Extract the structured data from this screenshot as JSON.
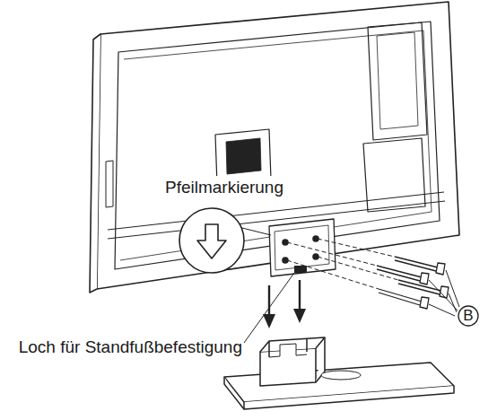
{
  "diagram": {
    "labels": [
      "Pfeilmarkierung",
      "Loch für Standfußbefestigung",
      "B"
    ]
  }
}
